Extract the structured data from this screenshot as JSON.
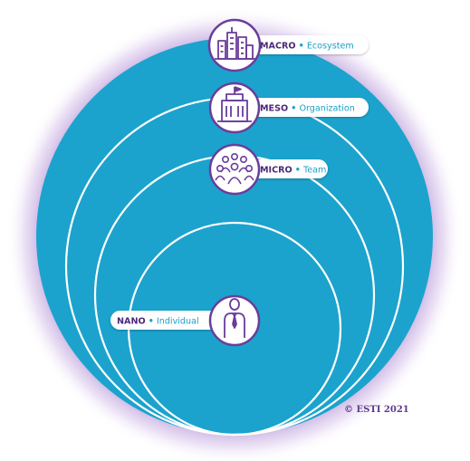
{
  "levels": [
    {
      "key": "macro",
      "name": "MACRO",
      "separator": "•",
      "description": "Ecosystem",
      "icon": "city-buildings-icon"
    },
    {
      "key": "meso",
      "name": "MESO",
      "separator": "•",
      "description": "Organization",
      "icon": "office-building-icon"
    },
    {
      "key": "micro",
      "name": "MICRO",
      "separator": "•",
      "description": "Team",
      "icon": "team-group-icon"
    },
    {
      "key": "nano",
      "name": "NANO",
      "separator": "•",
      "description": "Individual",
      "icon": "person-icon"
    }
  ],
  "copyright": "© ESTI 2021",
  "colors": {
    "circle_fill": "#1ba3cd",
    "ring_stroke": "#ffffff",
    "halo": "#c9aee0",
    "icon_purple": "#6a3d9a",
    "label_name": "#4c2a78",
    "label_desc": "#1aa0c9"
  }
}
